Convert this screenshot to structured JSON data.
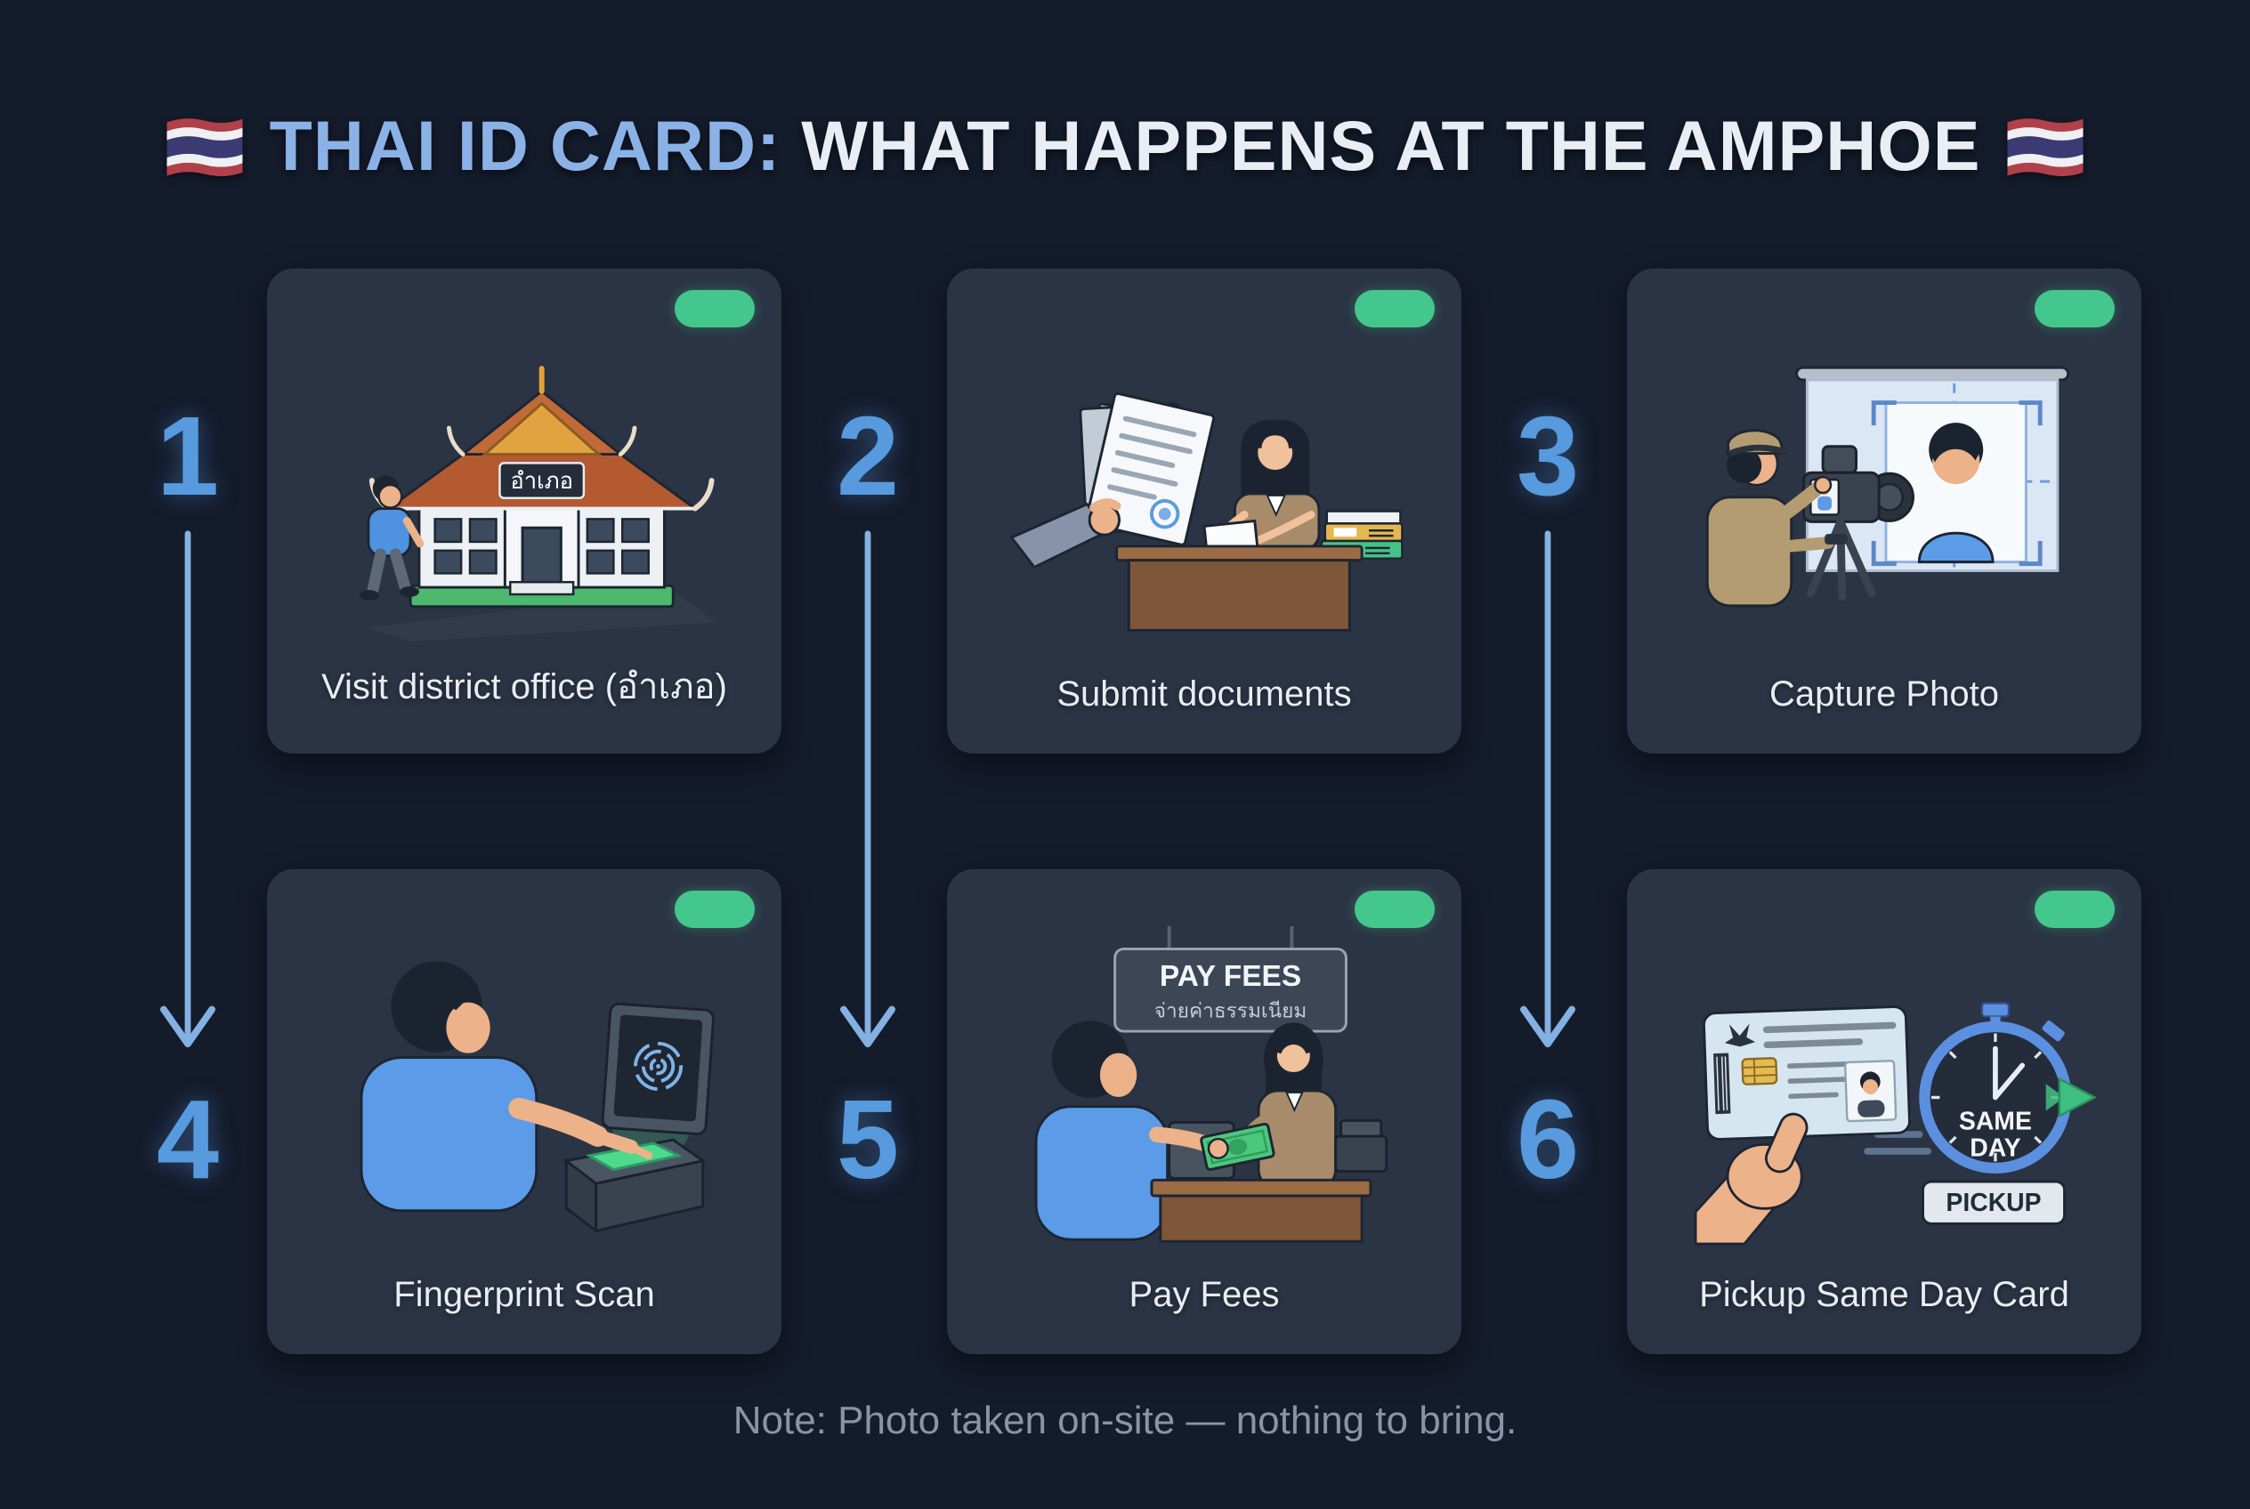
{
  "title": {
    "highlight": "THAI ID CARD:",
    "rest": "WHAT HAPPENS AT THE AMPHOE"
  },
  "note": "Note: Photo taken on-site — nothing to bring.",
  "colors": {
    "background": "#141b2b",
    "card": "#2b3444",
    "badge_green": "#44c78d",
    "step_number_blue": "#579ade",
    "arrow_blue": "#84b1e2",
    "title_blue": "#8ab2e6",
    "caption_light": "#e8ecf3",
    "note_gray": "#8b94a6"
  },
  "icons": {
    "flag": "thai-flag",
    "badge": "green-status-pill",
    "arrow": "down-arrow"
  },
  "steps": [
    {
      "number": "1",
      "caption": "Visit district office (อำเภอ)",
      "building_sign": "อำเภอ"
    },
    {
      "number": "2",
      "caption": "Submit documents"
    },
    {
      "number": "3",
      "caption": "Capture Photo"
    },
    {
      "number": "4",
      "caption": "Fingerprint Scan"
    },
    {
      "number": "5",
      "caption": "Pay Fees",
      "sign_title": "PAY FEES",
      "sign_subtitle": "จ่ายค่าธรรมเนียม"
    },
    {
      "number": "6",
      "caption": "Pickup Same Day Card",
      "watch_line1": "SAME",
      "watch_line2": "DAY",
      "pickup_label": "PICKUP"
    }
  ]
}
